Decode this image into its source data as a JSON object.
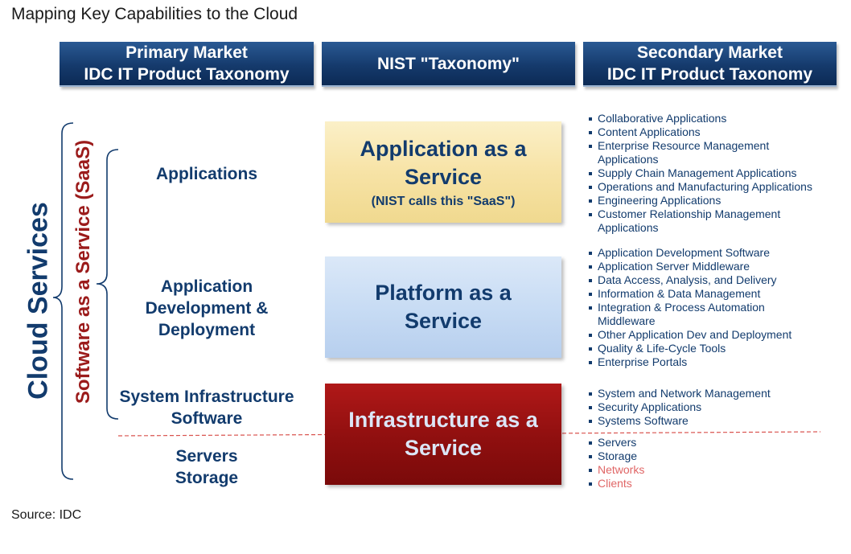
{
  "title": "Mapping Key Capabilities to the Cloud",
  "source": "Source: IDC",
  "headers": {
    "primary": [
      "Primary Market",
      "IDC IT Product Taxonomy"
    ],
    "nist": "NIST \"Taxonomy\"",
    "secondary": [
      "Secondary Market",
      "IDC IT Product Taxonomy"
    ]
  },
  "vertical_labels": {
    "cloud": "Cloud Services",
    "saas": "Software as a Service (SaaS)"
  },
  "categories": {
    "applications": [
      "Applications"
    ],
    "app_dev": [
      "Application",
      "Development &",
      "Deployment"
    ],
    "sys_infra": [
      "System Infrastructure",
      "Software"
    ],
    "servers": [
      "Servers",
      "Storage"
    ]
  },
  "services": {
    "app": {
      "lines": [
        "Application as a",
        "Service"
      ],
      "note": "(NIST calls this \"SaaS\")"
    },
    "platform": {
      "lines": [
        "Platform as a",
        "Service"
      ]
    },
    "infra": {
      "lines": [
        "Infrastructure as a",
        "Service"
      ]
    }
  },
  "lists": {
    "applications": [
      "Collaborative Applications",
      "Content Applications",
      "Enterprise Resource Management Applications",
      "Supply Chain Management Applications",
      "Operations and Manufacturing Applications",
      "Engineering Applications",
      "Customer Relationship Management Applications"
    ],
    "app_dev": [
      "Application Development Software",
      "Application Server Middleware",
      "Data Access, Analysis, and Delivery",
      "Information & Data Management",
      "Integration & Process Automation Middleware",
      "Other Application Dev and Deployment",
      "Quality & Life-Cycle Tools",
      "Enterprise Portals"
    ],
    "sys_infra": [
      "System and Network Management",
      "Security Applications",
      "Systems Software"
    ],
    "hardware": [
      "Servers",
      "Storage"
    ],
    "hardware_red": [
      "Networks",
      "Clients"
    ]
  },
  "colors": {
    "navy": "#123b6d",
    "saas_red": "#9b1b1b",
    "highlight_red": "#e06666",
    "divider_red": "#d9534f"
  }
}
